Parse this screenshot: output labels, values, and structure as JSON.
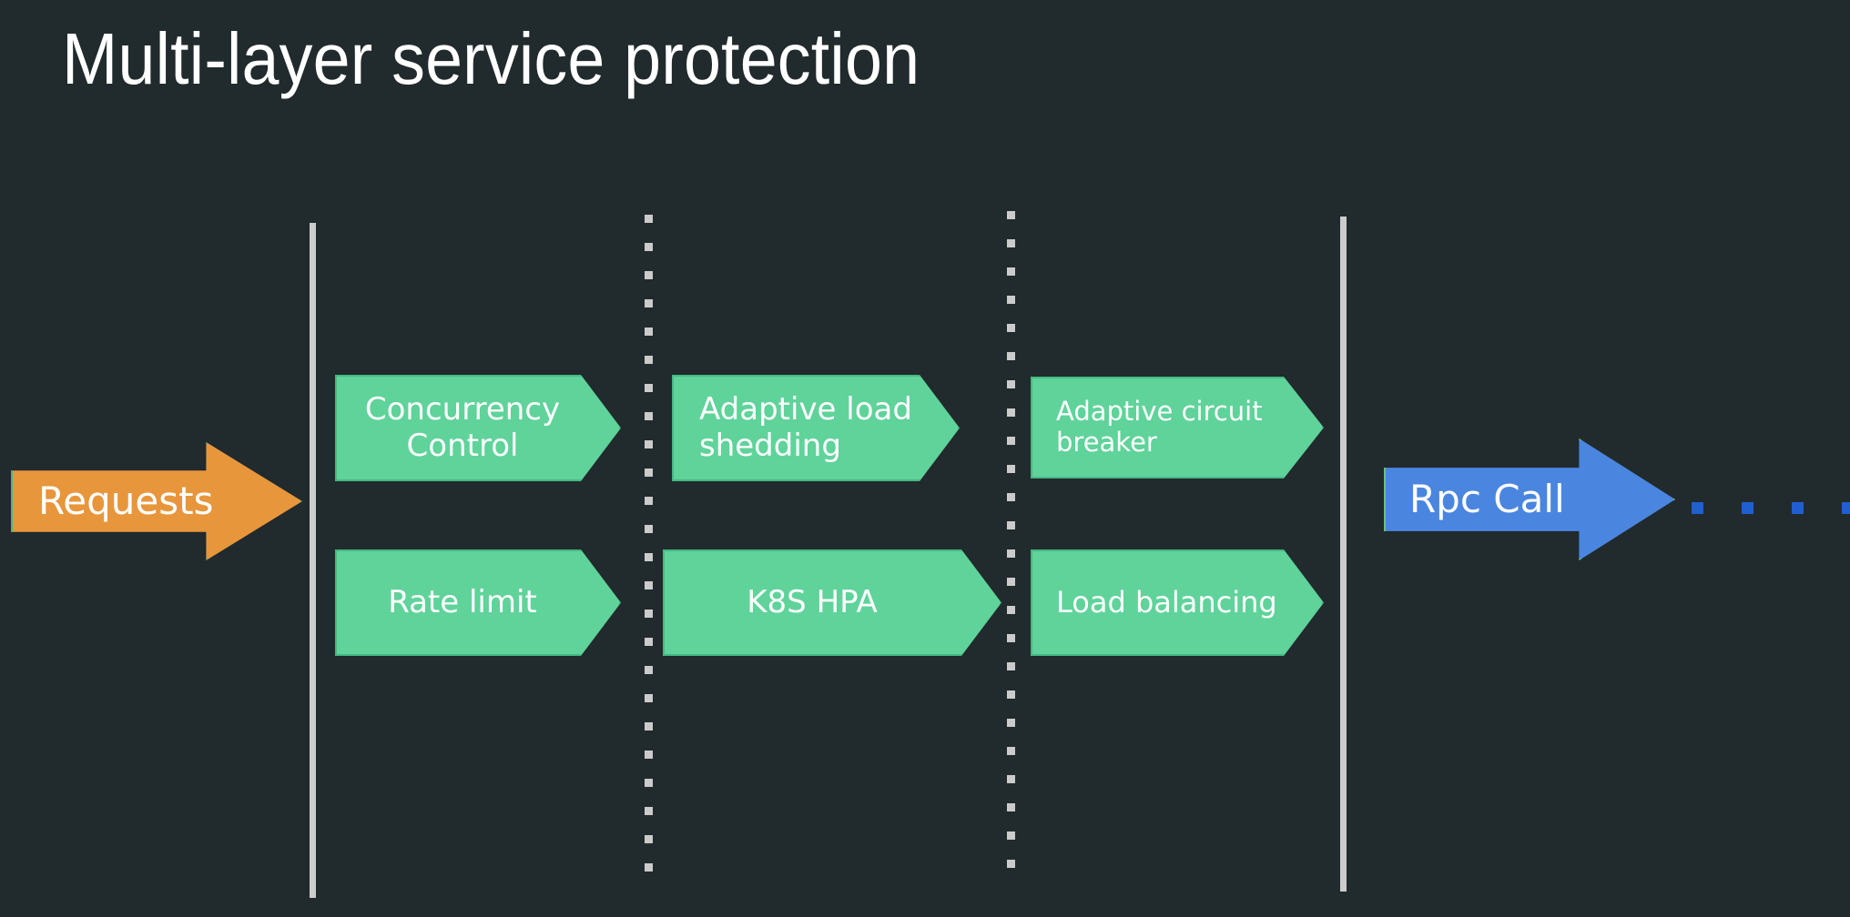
{
  "slide": {
    "title": "Multi-layer service protection",
    "background_color": "#212a2c",
    "title_color": "#ffffff"
  },
  "colors": {
    "green_fill": "#5fd39a",
    "green_border": "#45b883",
    "orange_fill": "#e8963c",
    "blue_fill": "#4a86e0",
    "line_gray": "#cccccc",
    "dot_blue": "#1f5fd0"
  },
  "entry": {
    "label": "Requests",
    "fill": "#e8963c",
    "border": "#45b883"
  },
  "exit": {
    "label": "Rpc Call",
    "fill": "#4a86e0",
    "border": "#6cc07e"
  },
  "dividers": [
    {
      "name": "left-solid-line",
      "style": "solid"
    },
    {
      "name": "dotted-line-1",
      "style": "dotted"
    },
    {
      "name": "dotted-line-2",
      "style": "dotted"
    },
    {
      "name": "right-solid-line",
      "style": "solid"
    }
  ],
  "stages": [
    {
      "name": "stage-1",
      "top_label": "Concurrency\nControl",
      "bottom_label": "Rate limit"
    },
    {
      "name": "stage-2",
      "top_label": "Adaptive load\nshedding",
      "bottom_label": "K8S HPA"
    },
    {
      "name": "stage-3",
      "top_label": "Adaptive circuit\nbreaker",
      "bottom_label": "Load balancing"
    }
  ],
  "trailing_dots": {
    "count": 4,
    "color": "#1f5fd0"
  }
}
